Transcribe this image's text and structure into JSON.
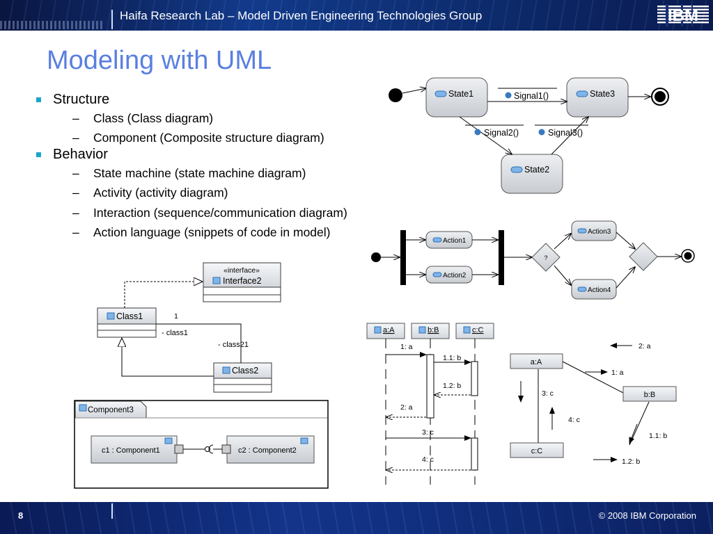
{
  "header": {
    "title": "Haifa Research Lab – Model Driven Engineering Technologies Group",
    "logo": "IBM"
  },
  "slide": {
    "title": "Modeling with UML"
  },
  "bullets": [
    {
      "label": "Structure",
      "sub": [
        "Class (Class diagram)",
        "Component (Composite structure diagram)"
      ]
    },
    {
      "label": "Behavior",
      "sub": [
        "State machine (state machine diagram)",
        "Activity (activity diagram)",
        "Interaction (sequence/communication diagram)",
        "Action language (snippets of code in model)"
      ]
    }
  ],
  "state_diagram": {
    "states": [
      "State1",
      "State3",
      "State2"
    ],
    "signals": [
      "Signal1()",
      "Signal2()",
      "Signal3()"
    ]
  },
  "activity_diagram": {
    "actions": [
      "Action1",
      "Action2",
      "Action3",
      "Action4"
    ],
    "decision": "?"
  },
  "class_diagram": {
    "stereotype": "«interface»",
    "interface": "Interface2",
    "classes": [
      "Class1",
      "Class2"
    ],
    "multiplicity": "1",
    "roles": [
      "- class1",
      "- class21"
    ]
  },
  "component_diagram": {
    "component": "Component3",
    "parts": [
      "c1 : Component1",
      "c2 : Component2"
    ]
  },
  "sequence_diagram": {
    "lifelines": [
      "a:A",
      "b:B",
      "c:C"
    ],
    "messages": [
      "1: a",
      "1.1: b",
      "1.2: b",
      "2: a",
      "3: c",
      "4: c"
    ]
  },
  "communication_diagram": {
    "objects": [
      "a:A",
      "b:B",
      "c:C"
    ],
    "messages": [
      "2: a",
      "1: a",
      "3: c",
      "4: c",
      "1.1: b",
      "1.2: b"
    ]
  },
  "footer": {
    "page": "8",
    "copyright": "© 2008 IBM Corporation"
  }
}
